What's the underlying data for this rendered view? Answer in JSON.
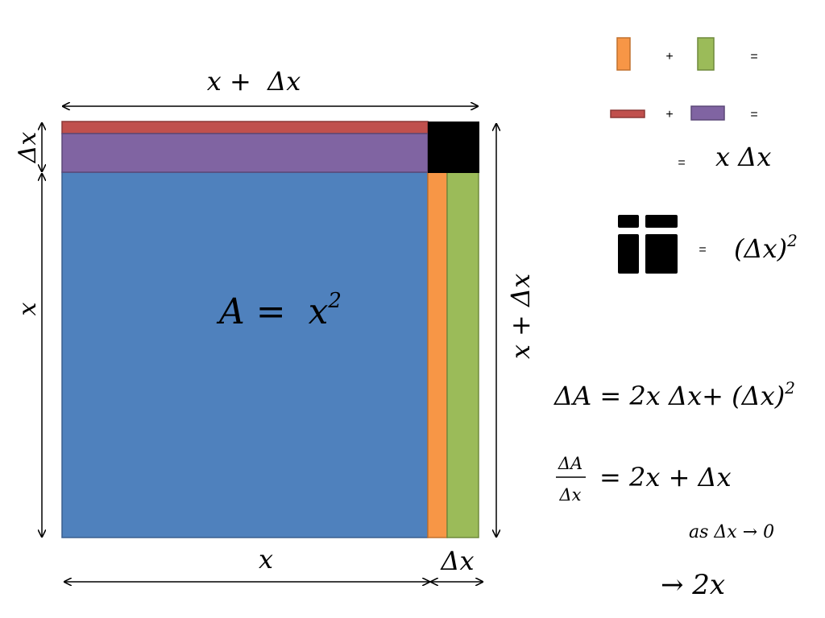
{
  "colors": {
    "blue": "#4f81bd",
    "orange": "#f79646",
    "green": "#9bbb59",
    "red": "#c0504d",
    "purple": "#8064a2",
    "black": "#000000"
  },
  "dimensions": {
    "top_width": "x +  Δx",
    "left_small": "Δx",
    "left_large": "x",
    "right_height": "x + Δx",
    "bottom_large": "x",
    "bottom_small": "Δx"
  },
  "area_label": {
    "base": "A =  x",
    "exp": "2"
  },
  "legend": {
    "plus": "+",
    "equals": "=",
    "x_dx": "x Δx",
    "dx_sq_base": "(Δx)",
    "dx_sq_exp": "2"
  },
  "equations": {
    "delta_a_main": "ΔA = 2x Δx+ (Δx)",
    "delta_a_exp": "2",
    "frac_num": "ΔA",
    "frac_den": "Δx",
    "frac_rhs": "= 2x + Δx",
    "limit": "as Δx → 0",
    "result": "→ 2x"
  }
}
